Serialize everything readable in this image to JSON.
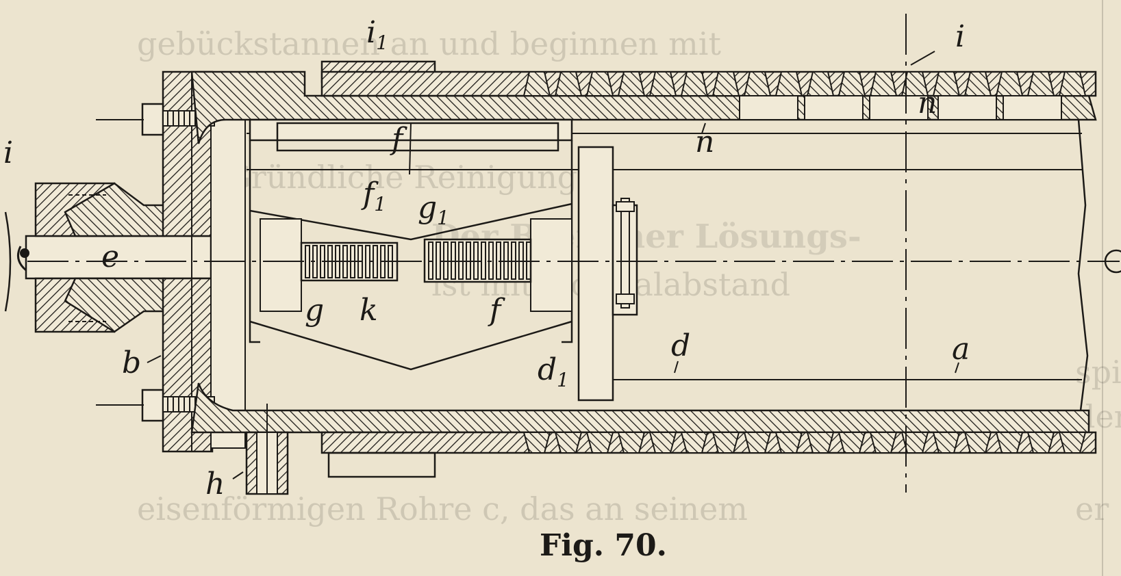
{
  "figure": {
    "caption": "Fig. 70.",
    "labels": {
      "i": "i",
      "i1": "i1",
      "n": "n",
      "c_left": "i",
      "f": "f",
      "f1": "f1",
      "g1": "g1",
      "e": "e",
      "k": "k",
      "g": "g",
      "f_low": "f",
      "d": "d",
      "d1": "d1",
      "a": "a",
      "b": "b",
      "h": "h",
      "n2": "n"
    }
  },
  "bleed_through": {
    "line1": "gebückstannen an und beginnen mit",
    "line2": "Gründliche Reinigung",
    "line3": "Der Bremmer Lösungs-",
    "line4": "ist mit Normalabstand",
    "line5": "eisenförmigen Rohre c, das an seinem",
    "right1": "spi",
    "right2": "der",
    "right3": "er"
  }
}
